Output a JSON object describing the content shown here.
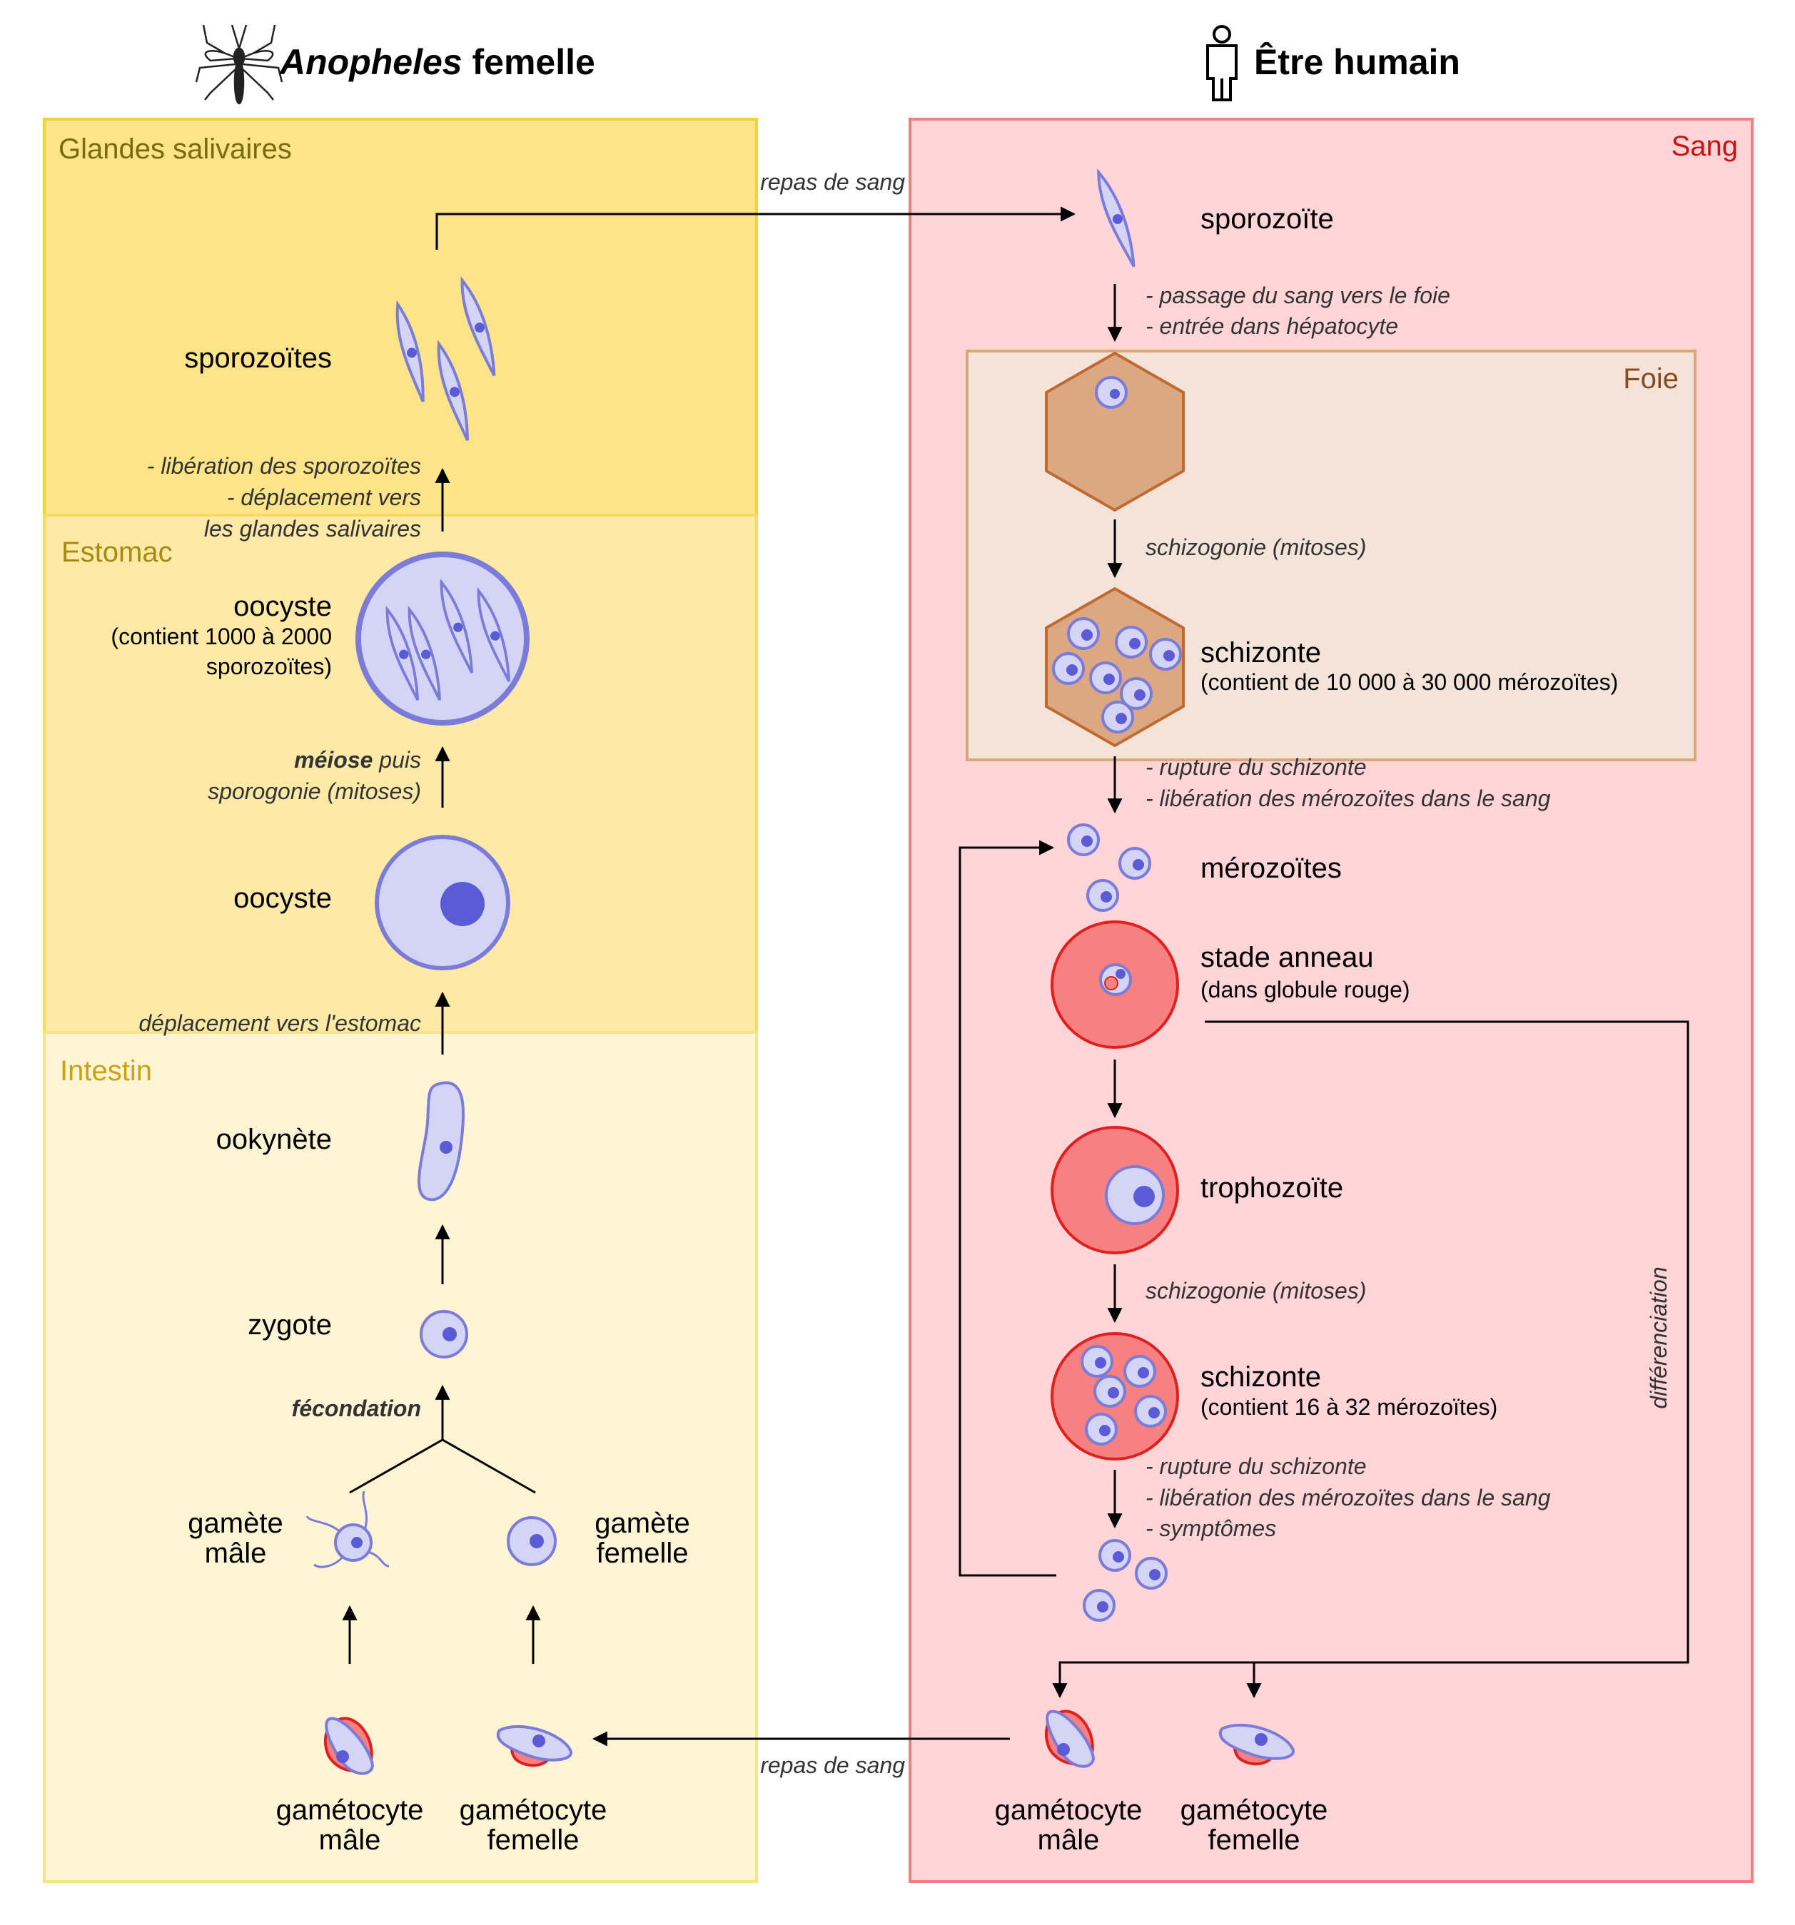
{
  "header": {
    "left_title_italic": "Anopheles",
    "left_title_rest": " femelle",
    "right_title": "Être humain",
    "mosquito_icon": "mosquito-icon",
    "human_icon": "human-icon"
  },
  "regions": {
    "glandes": "Glandes salivaires",
    "estomac": "Estomac",
    "intestin": "Intestin",
    "sang": "Sang",
    "foie": "Foie"
  },
  "colors": {
    "glandes": "#fde488",
    "estomac": "#feeaa6",
    "intestin": "#fff4d4",
    "sang": "#ffd5d7",
    "foie": "#f3e3d8",
    "parasite": "#d4d4f7",
    "nucleus": "#5b5bd6",
    "red_cell": "#f78080"
  },
  "mosquito": {
    "sporozoites": "sporozoïtes",
    "note_liberation_1": "- libération des sporozoïtes",
    "note_liberation_2": "- déplacement vers",
    "note_liberation_3": "les glandes salivaires",
    "oocyste_mature": "oocyste",
    "oocyste_mature_sub_1": "(contient 1000 à 2000",
    "oocyste_mature_sub_2": "sporozoïtes)",
    "meiose_bold": "méiose",
    "meiose_rest": " puis",
    "sporogonie": "sporogonie (mitoses)",
    "oocyste": "oocyste",
    "deplacement_estomac": "déplacement vers l'estomac",
    "ookynete": "ookynète",
    "zygote": "zygote",
    "fecondation": "fécondation",
    "gamete_male_1": "gamète",
    "gamete_male_2": "mâle",
    "gamete_femelle_1": "gamète",
    "gamete_femelle_2": "femelle",
    "gametocyte_male_1": "gamétocyte",
    "gametocyte_male_2": "mâle",
    "gametocyte_femelle_1": "gamétocyte",
    "gametocyte_femelle_2": "femelle"
  },
  "transfer": {
    "repas_top": "repas de sang",
    "repas_bottom": "repas de sang"
  },
  "human": {
    "sporozoite": "sporozoïte",
    "note_passage_1": "- passage du sang vers le foie",
    "note_passage_2": "- entrée dans hépatocyte",
    "schizogonie_foie": "schizogonie (mitoses)",
    "schizonte_foie": "schizonte",
    "schizonte_foie_sub": "(contient de 10 000 à 30 000 mérozoïtes)",
    "note_rupture_1": "- rupture du schizonte",
    "note_rupture_2": "- libération des mérozoïtes dans le sang",
    "merozoites": "mérozoïtes",
    "stade_anneau": "stade anneau",
    "stade_anneau_sub": "(dans globule rouge)",
    "trophozoite": "trophozoïte",
    "schizogonie_sang": "schizogonie (mitoses)",
    "schizonte_sang": "schizonte",
    "schizonte_sang_sub": "(contient 16 à 32 mérozoïtes)",
    "note_rupture2_1": "- rupture du schizonte",
    "note_rupture2_2": "- libération des mérozoïtes dans le sang",
    "note_rupture2_3": "- symptômes",
    "differenciation": "différenciation",
    "gametocyte_male_1": "gamétocyte",
    "gametocyte_male_2": "mâle",
    "gametocyte_femelle_1": "gamétocyte",
    "gametocyte_femelle_2": "femelle"
  }
}
